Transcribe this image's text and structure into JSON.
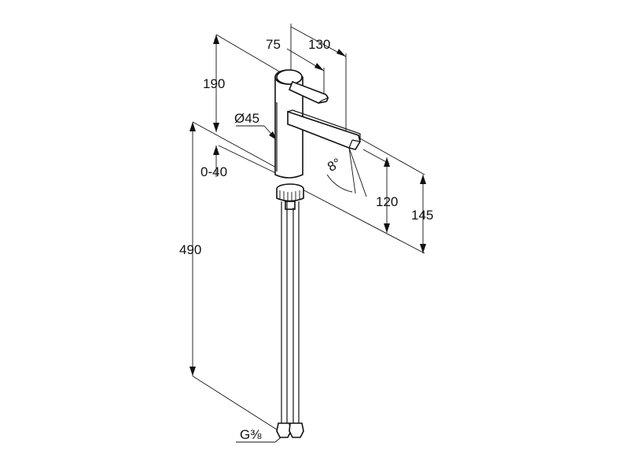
{
  "colors": {
    "line": "#111111",
    "background": "#ffffff"
  },
  "dimensions": {
    "handle_offset": "75",
    "spout_reach": "130",
    "upper_height": "190",
    "body_diameter": "Ø45",
    "deck_thickness": "0-40",
    "spout_angle": "8°",
    "outlet_height": "120",
    "overall_spout_height": "145",
    "hose_length": "490",
    "connection_thread": "G⅜"
  }
}
